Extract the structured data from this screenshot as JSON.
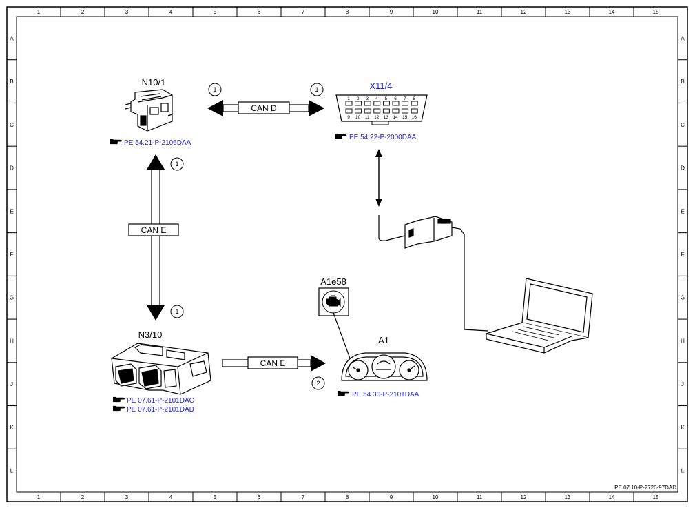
{
  "frame": {
    "columns": [
      "1",
      "2",
      "3",
      "4",
      "5",
      "6",
      "7",
      "8",
      "9",
      "10",
      "11",
      "12",
      "13",
      "14",
      "15"
    ],
    "rows": [
      "A",
      "B",
      "C",
      "D",
      "E",
      "F",
      "G",
      "H",
      "J",
      "K",
      "L"
    ]
  },
  "components": {
    "n10_1": {
      "label": "N10/1",
      "ref": "PE 54.21-P-2106DAA"
    },
    "x11_4": {
      "label": "X11/4",
      "ref": "PE 54.22-P-2000DAA",
      "pins_top": [
        "1",
        "2",
        "3",
        "4",
        "5",
        "6",
        "7",
        "8"
      ],
      "pins_bottom": [
        "9",
        "10",
        "11",
        "12",
        "13",
        "14",
        "15",
        "16"
      ]
    },
    "n3_10": {
      "label": "N3/10",
      "refs": [
        "PE 07.61-P-2101DAC",
        "PE 07.61-P-2101DAD"
      ]
    },
    "a1": {
      "label": "A1",
      "ref": "PE 54.30-P-2101DAA"
    },
    "a1e58": {
      "label": "A1e58"
    }
  },
  "buses": {
    "can_d": {
      "label": "CAN D",
      "circle_left": "1",
      "circle_right": "1"
    },
    "can_e_vertical": {
      "label": "CAN E",
      "circle_top": "1",
      "circle_bottom": "1"
    },
    "can_e_horizontal": {
      "label": "CAN E",
      "circle": "2"
    }
  },
  "footer": {
    "doc_id": "PE 07.10-P-2720-97DAD"
  },
  "icons": {
    "reference": "hand-pointer-icon",
    "check_engine": "check-engine-icon",
    "laptop": "laptop-icon",
    "diagnostic_adapter": "diagnostic-adapter-icon"
  }
}
